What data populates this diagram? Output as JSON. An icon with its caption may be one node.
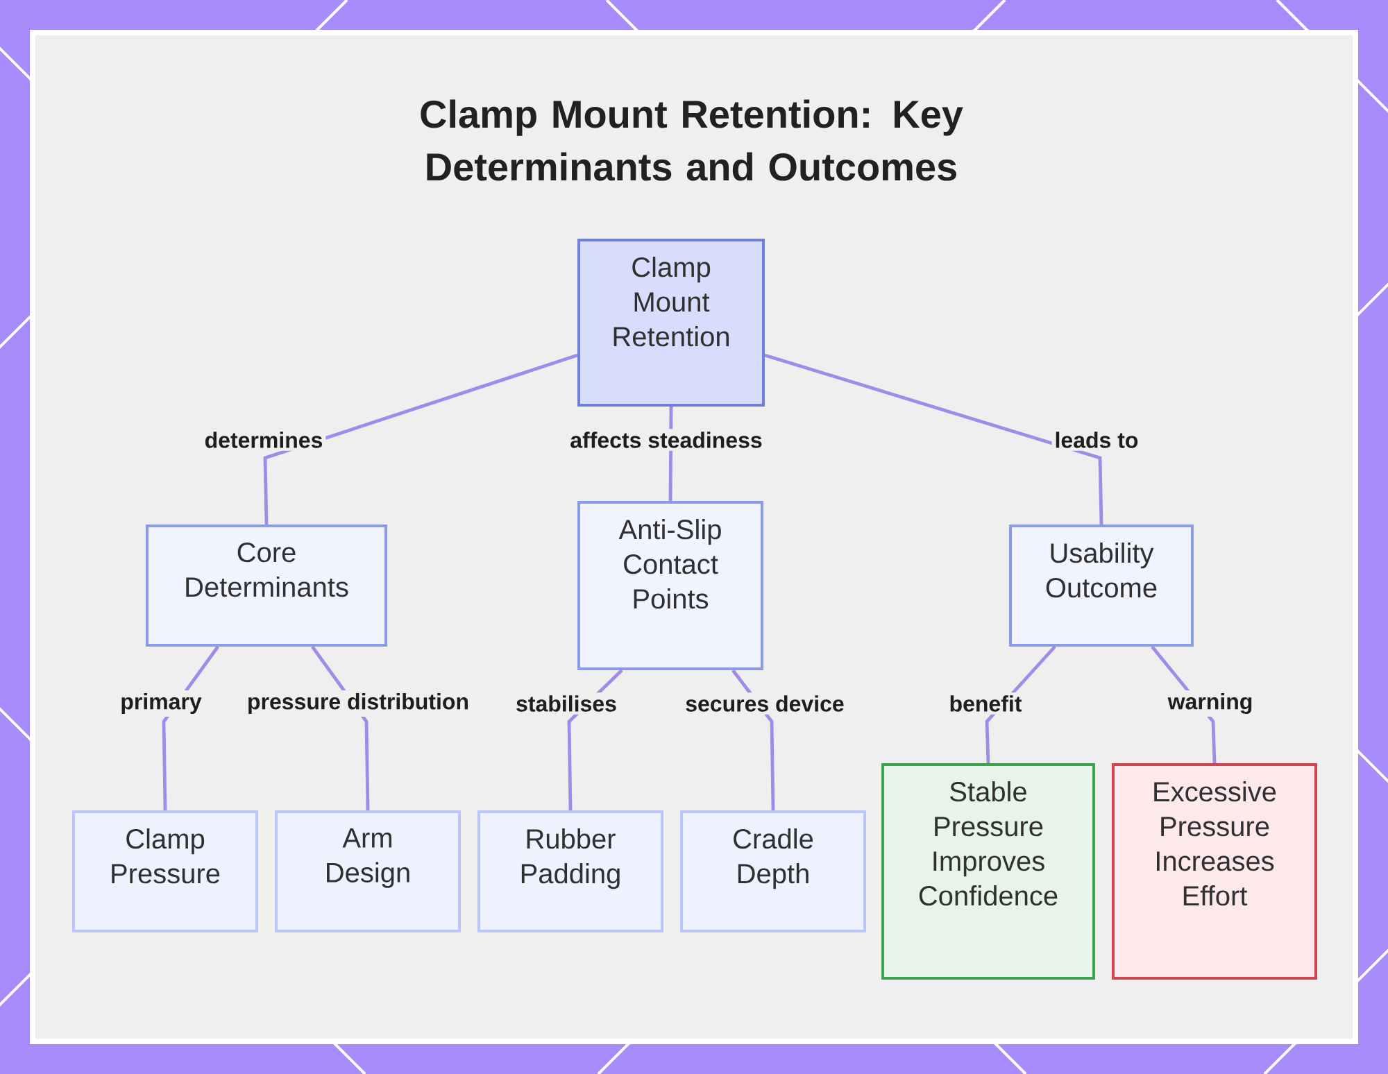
{
  "diagram": {
    "title": "Clamp Mount Retention: Key Determinants and Outcomes",
    "nodes": [
      {
        "text": [
          "Clamp Mount Retention"
        ]
      },
      {
        "text": [
          "Core Determinants"
        ]
      },
      {
        "text": [
          "Anti-Slip Contact Points"
        ]
      },
      {
        "text": [
          "Usability Outcome"
        ]
      },
      {
        "text": [
          "Clamp Pressure"
        ]
      },
      {
        "text": [
          "Arm Design"
        ]
      },
      {
        "text": [
          "Rubber Padding"
        ]
      },
      {
        "text": [
          "Cradle Depth"
        ]
      },
      {
        "text": [
          "Stable Pressure Improves Confidence"
        ]
      },
      {
        "text": [
          "Excessive Pressure Increases Effort"
        ]
      }
    ],
    "edges": [
      {
        "from": 0,
        "to": 1,
        "arrow": "none",
        "label": "determines"
      },
      {
        "from": 0,
        "to": 2,
        "arrow": "none",
        "label": "affects steadiness"
      },
      {
        "from": 0,
        "to": 3,
        "arrow": "none",
        "label": "leads to"
      },
      {
        "from": 1,
        "to": 4,
        "arrow": "none",
        "label": "primary"
      },
      {
        "from": 1,
        "to": 5,
        "arrow": "none",
        "label": "pressure distribution"
      },
      {
        "from": 2,
        "to": 6,
        "arrow": "none",
        "label": "stabilises"
      },
      {
        "from": 2,
        "to": 7,
        "arrow": "none",
        "label": "secures device"
      },
      {
        "from": 3,
        "to": 8,
        "arrow": "none",
        "label": "benefit"
      },
      {
        "from": 3,
        "to": 9,
        "arrow": "none",
        "label": "warning"
      }
    ]
  }
}
